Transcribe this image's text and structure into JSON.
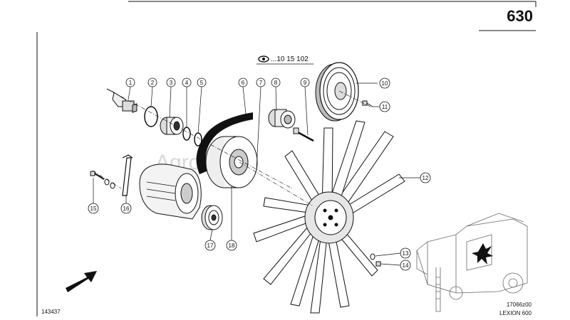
{
  "header": {
    "page_number": "630"
  },
  "reference": {
    "text": "...10 15 102"
  },
  "footer": {
    "drawing_id": "143437",
    "figure_code": "17066z00",
    "model": "LEXION 600"
  },
  "watermark": "Agro",
  "callouts": [
    {
      "label": "1"
    },
    {
      "label": "2"
    },
    {
      "label": "3"
    },
    {
      "label": "4"
    },
    {
      "label": "5"
    },
    {
      "label": "6"
    },
    {
      "label": "7"
    },
    {
      "label": "8"
    },
    {
      "label": "9"
    },
    {
      "label": "10"
    },
    {
      "label": "11"
    },
    {
      "label": "12"
    },
    {
      "label": "13"
    },
    {
      "label": "14"
    },
    {
      "label": "15"
    },
    {
      "label": "16"
    },
    {
      "label": "17"
    },
    {
      "label": "18"
    }
  ],
  "icons": {
    "reference": "eye-icon",
    "direction": "arrow-icon",
    "machine": "combine-harvester-icon"
  }
}
